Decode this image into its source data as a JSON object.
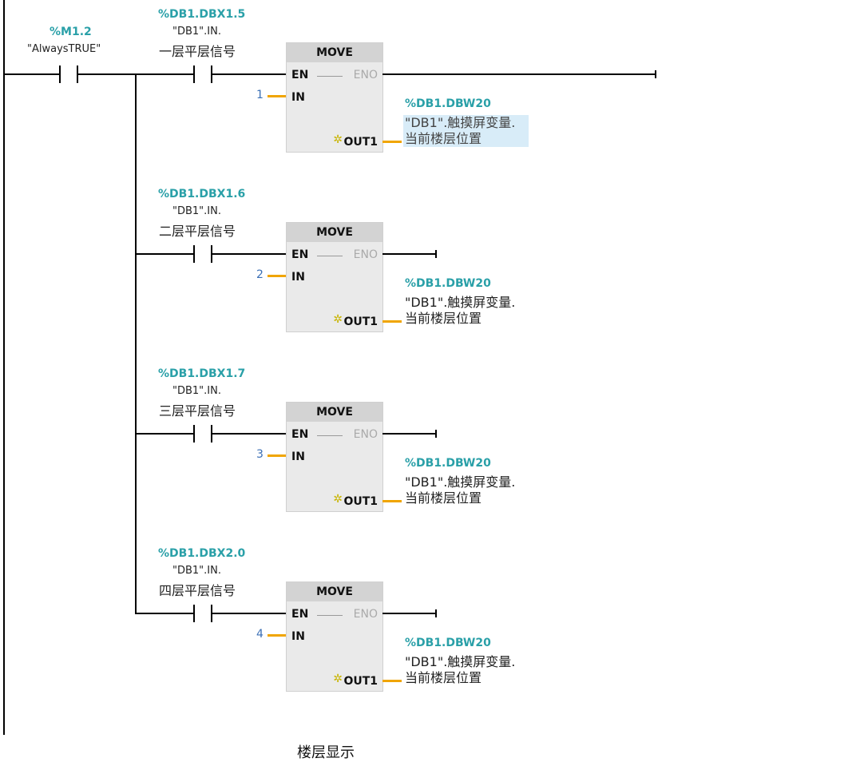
{
  "network": {
    "title": "楼层显示",
    "always_contact": {
      "address": "%M1.2",
      "symbol": "\"AlwaysTRUE\""
    },
    "rungs": [
      {
        "contact_address": "%DB1.DBX1.5",
        "contact_symbol": "\"DB1\".IN.",
        "contact_comment": "一层平层信号",
        "block": "MOVE",
        "en": "EN",
        "eno": "ENO",
        "in_label": "IN",
        "in_value": "1",
        "out_label": "OUT1",
        "out_address": "%DB1.DBW20",
        "out_symbol_line1": "\"DB1\".触摸屏变量.",
        "out_symbol_line2": "当前楼层位置"
      },
      {
        "contact_address": "%DB1.DBX1.6",
        "contact_symbol": "\"DB1\".IN.",
        "contact_comment": "二层平层信号",
        "block": "MOVE",
        "en": "EN",
        "eno": "ENO",
        "in_label": "IN",
        "in_value": "2",
        "out_label": "OUT1",
        "out_address": "%DB1.DBW20",
        "out_symbol_line1": "\"DB1\".触摸屏变量.",
        "out_symbol_line2": "当前楼层位置"
      },
      {
        "contact_address": "%DB1.DBX1.7",
        "contact_symbol": "\"DB1\".IN.",
        "contact_comment": "三层平层信号",
        "block": "MOVE",
        "en": "EN",
        "eno": "ENO",
        "in_label": "IN",
        "in_value": "3",
        "out_label": "OUT1",
        "out_address": "%DB1.DBW20",
        "out_symbol_line1": "\"DB1\".触摸屏变量.",
        "out_symbol_line2": "当前楼层位置"
      },
      {
        "contact_address": "%DB1.DBX2.0",
        "contact_symbol": "\"DB1\".IN.",
        "contact_comment": "四层平层信号",
        "block": "MOVE",
        "en": "EN",
        "eno": "ENO",
        "in_label": "IN",
        "in_value": "4",
        "out_label": "OUT1",
        "out_address": "%DB1.DBW20",
        "out_symbol_line1": "\"DB1\".触摸屏变量.",
        "out_symbol_line2": "当前楼层位置"
      }
    ]
  }
}
